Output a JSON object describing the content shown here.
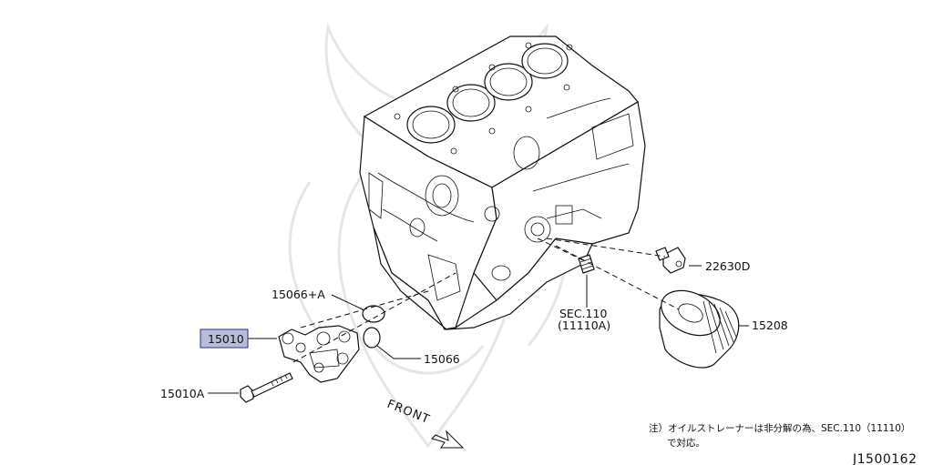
{
  "diagram": {
    "callouts": {
      "oil_pump": "15010",
      "oil_pump_bolt": "15010A",
      "o_ring_a": "15066+A",
      "o_ring": "15066",
      "pressure_switch": "22630D",
      "section_ref": "SEC.110",
      "section_ref_sub": "(11110A)",
      "oil_filter": "15208"
    },
    "front_label": "FRONT",
    "note_line1": "注）オイルストレーナーは非分解の為、SEC.110（11110）",
    "note_line2": "で対応。",
    "drawing_code": "J1500162",
    "colors": {
      "highlight_fill": "#b9bcd9",
      "highlight_border": "#2a2f7a",
      "line": "#111111"
    }
  }
}
